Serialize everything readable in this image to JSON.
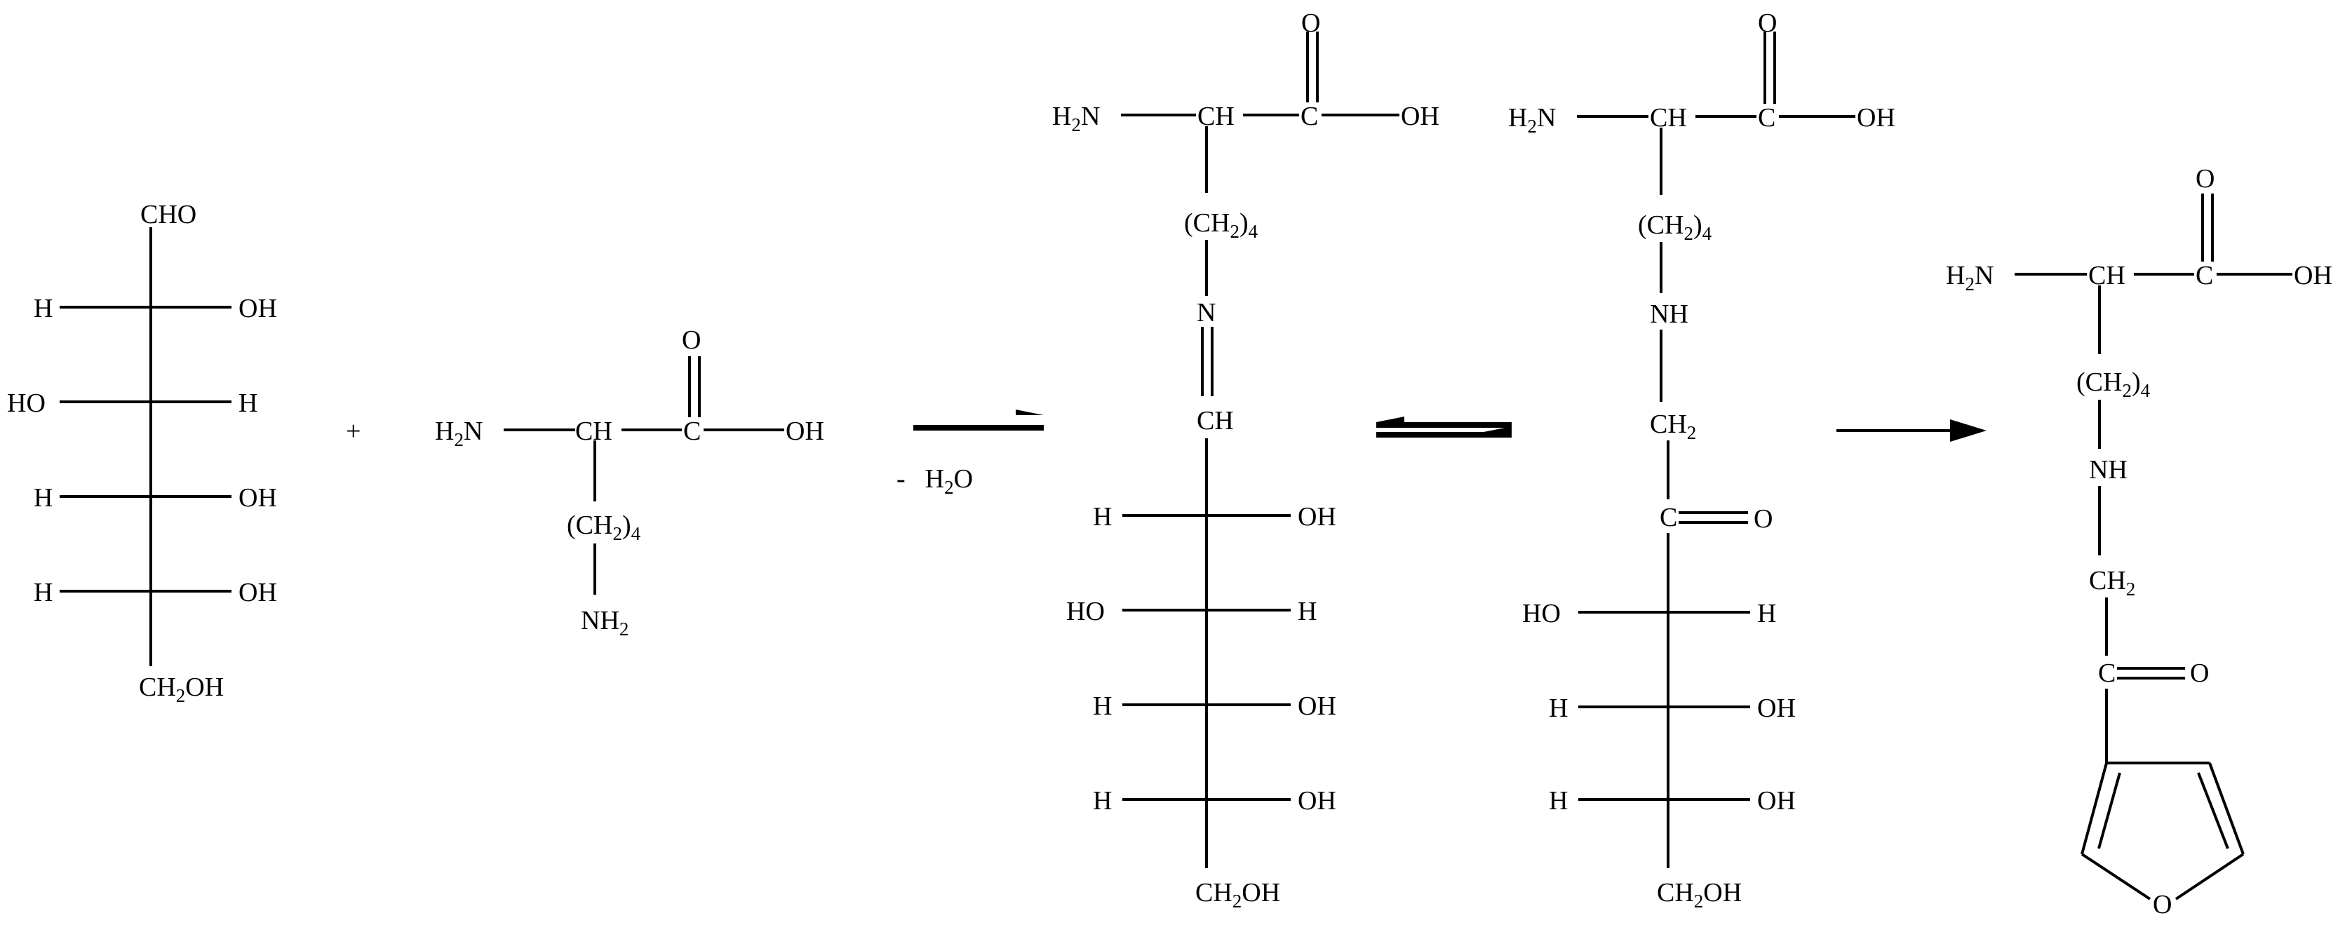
{
  "glucose": {
    "top": "CHO",
    "rows": [
      [
        "H",
        "OH"
      ],
      [
        "HO",
        "H"
      ],
      [
        "H",
        "OH"
      ],
      [
        "H",
        "OH"
      ]
    ],
    "bottom": {
      "a": "CH",
      "sub": "2",
      "b": "OH"
    }
  },
  "plus": "+",
  "lysine": {
    "h2n": {
      "a": "H",
      "sub": "2",
      "b": "N"
    },
    "ch": "CH",
    "c": "C",
    "o": "O",
    "oh": "OH",
    "chain": {
      "a": "(CH",
      "sub": "2",
      "b": ")",
      "sub2": "4"
    },
    "nh2": {
      "a": "NH",
      "sub": "2"
    }
  },
  "arrow1": {
    "dash": "-",
    "a": "H",
    "sub": "2",
    "b": "O"
  },
  "schiff": {
    "h2n": {
      "a": "H",
      "sub": "2",
      "b": "N"
    },
    "ch": "CH",
    "c": "C",
    "o": "O",
    "oh": "OH",
    "chain": {
      "a": "(CH",
      "sub": "2",
      "b": ")",
      "sub2": "4"
    },
    "n": "N",
    "ch_imine": "CH",
    "rows": [
      [
        "H",
        "OH"
      ],
      [
        "HO",
        "H"
      ],
      [
        "H",
        "OH"
      ],
      [
        "H",
        "OH"
      ]
    ],
    "bottom": {
      "a": "CH",
      "sub": "2",
      "b": "OH"
    }
  },
  "amadori": {
    "h2n": {
      "a": "H",
      "sub": "2",
      "b": "N"
    },
    "ch": "CH",
    "c": "C",
    "o": "O",
    "oh": "OH",
    "chain": {
      "a": "(CH",
      "sub": "2",
      "b": ")",
      "sub2": "4"
    },
    "nh": "NH",
    "ch2": {
      "a": "CH",
      "sub": "2"
    },
    "keto_c": "C",
    "keto_o": "O",
    "rows": [
      [
        "HO",
        "H"
      ],
      [
        "H",
        "OH"
      ],
      [
        "H",
        "OH"
      ]
    ],
    "bottom": {
      "a": "CH",
      "sub": "2",
      "b": "OH"
    }
  },
  "furosine": {
    "h2n": {
      "a": "H",
      "sub": "2",
      "b": "N"
    },
    "ch": "CH",
    "c": "C",
    "o": "O",
    "oh": "OH",
    "chain": {
      "a": "(CH",
      "sub": "2",
      "b": ")",
      "sub2": "4"
    },
    "nh": "NH",
    "ch2": {
      "a": "CH",
      "sub": "2"
    },
    "keto_c": "C",
    "keto_o": "O",
    "ring_o": "O"
  }
}
